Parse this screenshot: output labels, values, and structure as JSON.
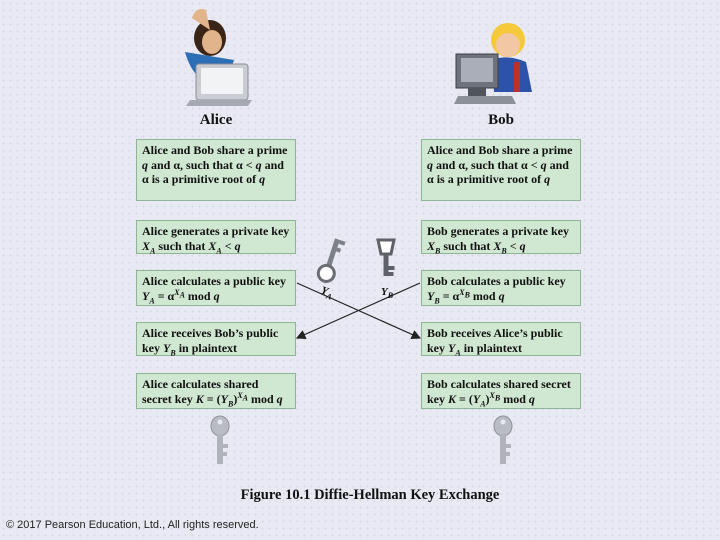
{
  "parties": {
    "left_name": "Alice",
    "right_name": "Bob"
  },
  "key_labels": {
    "alice_key": "Y",
    "alice_key_sub": "A",
    "bob_key": "Y",
    "bob_key_sub": "B"
  },
  "caption": "Figure 10.1  Diffie-Hellman Key Exchange",
  "copyright": "© 2017 Pearson Education, Ltd., All rights reserved.",
  "colors": {
    "box_fill": "#d0e7d2",
    "box_border": "#8fb596",
    "background": "#e8e9f2"
  }
}
